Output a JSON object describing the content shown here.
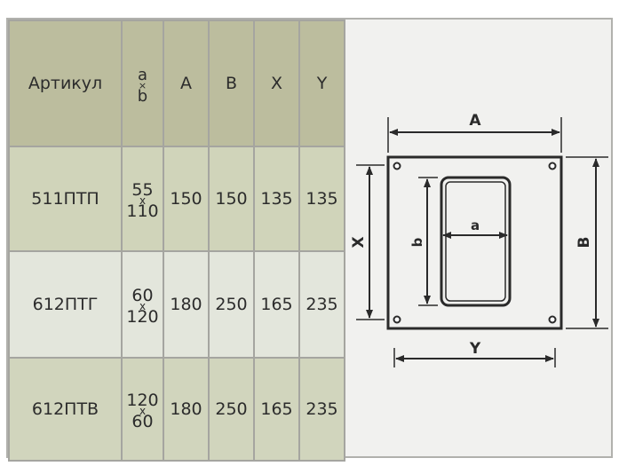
{
  "table": {
    "headers": {
      "article": "Артикул",
      "size_a": "a",
      "size_x": "×",
      "size_b": "b",
      "A": "A",
      "B": "B",
      "X": "X",
      "Y": "Y"
    },
    "rows": [
      {
        "article": "511ПТП",
        "size_top": "55",
        "size_x": "x",
        "size_bottom": "110",
        "A": "150",
        "B": "150",
        "X": "135",
        "Y": "135"
      },
      {
        "article": "612ПТГ",
        "size_top": "60",
        "size_x": "x",
        "size_bottom": "120",
        "A": "180",
        "B": "250",
        "X": "165",
        "Y": "235"
      },
      {
        "article": "612ПТВ",
        "size_top": "120",
        "size_x": "x",
        "size_bottom": "60",
        "A": "180",
        "B": "250",
        "X": "165",
        "Y": "235"
      }
    ]
  },
  "drawing": {
    "label_A": "A",
    "label_B": "B",
    "label_X": "X",
    "label_Y": "Y",
    "label_a": "a",
    "label_b": "b",
    "line_color": "#2a2a2a"
  }
}
